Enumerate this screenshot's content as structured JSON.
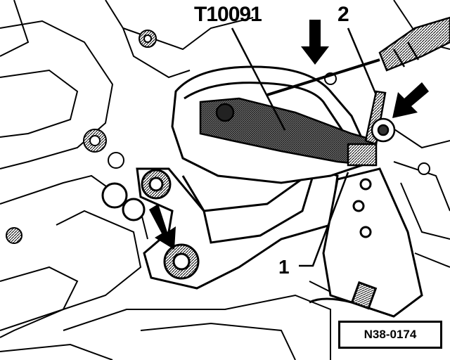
{
  "callouts": {
    "tool": "T10091",
    "part_1": "1",
    "part_2": "2"
  },
  "reference_code": "N38-0174",
  "colors": {
    "ink": "#000000",
    "paper": "#ffffff",
    "shade": "#7a7a7a"
  }
}
